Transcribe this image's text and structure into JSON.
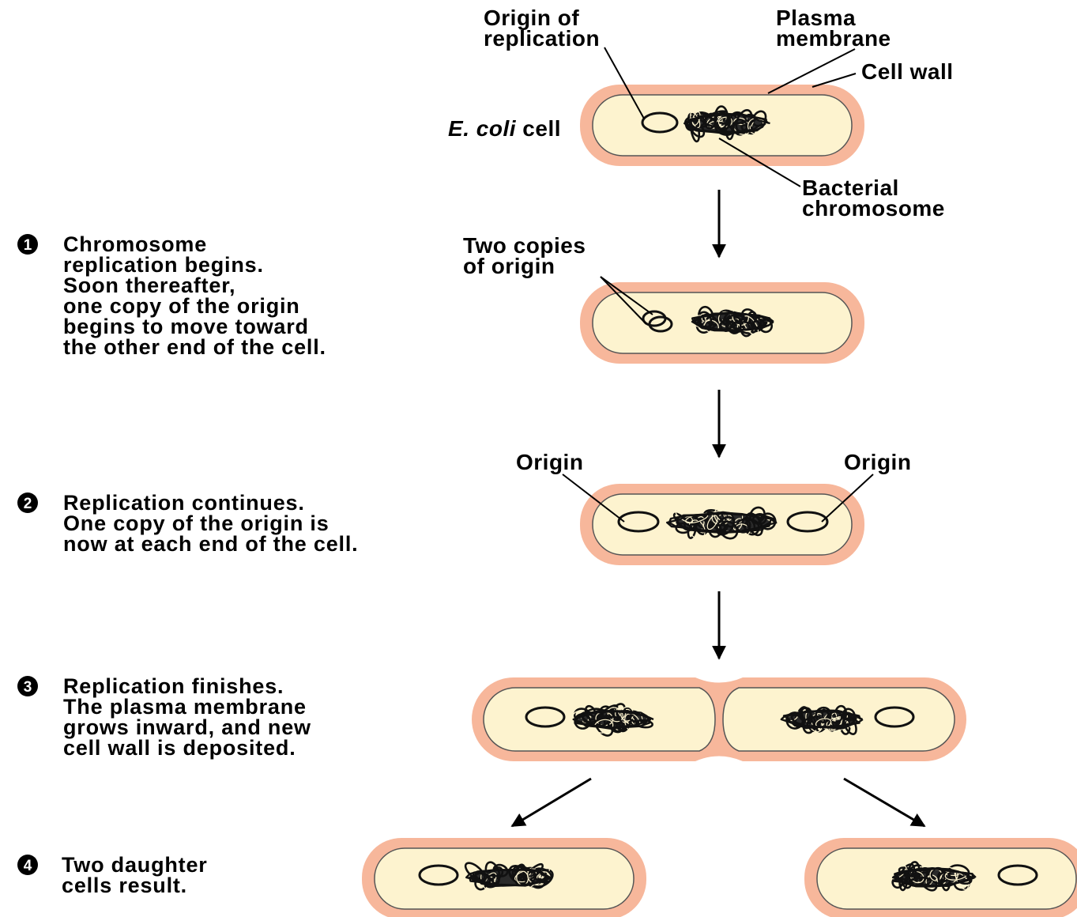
{
  "labels": {
    "origin_of_replication": [
      "Origin of",
      "replication"
    ],
    "plasma_membrane": [
      "Plasma",
      "membrane"
    ],
    "cell_wall": "Cell wall",
    "ecoli_italic": "E. coli",
    "ecoli_rest": " cell",
    "bacterial_chromosome": [
      "Bacterial",
      "chromosome"
    ],
    "two_copies_of_origin": [
      "Two copies",
      "of origin"
    ],
    "origin_left": "Origin",
    "origin_right": "Origin"
  },
  "steps": [
    {
      "number": "1",
      "lines": [
        "Chromosome",
        "replication begins.",
        "Soon thereafter,",
        "one copy of the origin",
        "begins to move toward",
        "the other end of the cell."
      ]
    },
    {
      "number": "2",
      "lines": [
        "Replication continues.",
        "One copy of the origin is",
        "now at each end of the cell."
      ]
    },
    {
      "number": "3",
      "lines": [
        "Replication finishes.",
        "The plasma membrane",
        "grows inward, and new",
        "cell wall is deposited."
      ]
    },
    {
      "number": "4",
      "lines": [
        "Two daughter",
        "cells result."
      ]
    }
  ],
  "colors": {
    "cell_wall": "#f7b79b",
    "cytoplasm": "#fdf3cf",
    "chromosome": "#111111"
  }
}
